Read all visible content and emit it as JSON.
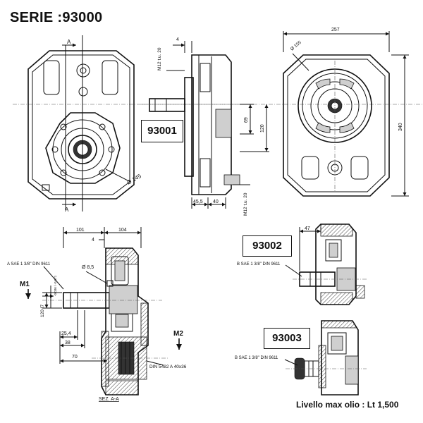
{
  "title": "SERIE :93000",
  "models": {
    "m1": "93001",
    "m2": "93002",
    "m3": "93003"
  },
  "dimensions": {
    "front_a_top": "A",
    "front_a_bottom": "A",
    "front_dia": "Ø 145",
    "side_4": "4",
    "side_m12_top": "M12 t.u. 20",
    "side_69": "69",
    "side_120": "120",
    "side_45_5": "45,5",
    "side_40": "40",
    "side_m12_bottom": "M12 t.u. 20",
    "rear_257": "257",
    "rear_dia": "Ø 155",
    "rear_340": "340",
    "sec_101": "101",
    "sec_104": "104",
    "sec_4": "4",
    "sec_dia": "Ø 8,5",
    "sec_shaft_a": "A SAE 1 3/8\" DIN 9611",
    "sec_120f7": "120 f7",
    "sec_tol": "-0,036 / -0,071",
    "sec_25_4": "25,4",
    "sec_38": "38",
    "sec_70": "70",
    "sec_din": "DIN 5482 A 40x36",
    "sec_label": "SEZ. A-A",
    "m1": "M1",
    "m2": "M2",
    "d2_47": "47",
    "d2_shaft": "B SAE 1 3/8\" DIN 9611",
    "d3_shaft": "B SAE 1 3/8\" DIN 9611"
  },
  "footer": "Livello max olio : Lt 1,500"
}
